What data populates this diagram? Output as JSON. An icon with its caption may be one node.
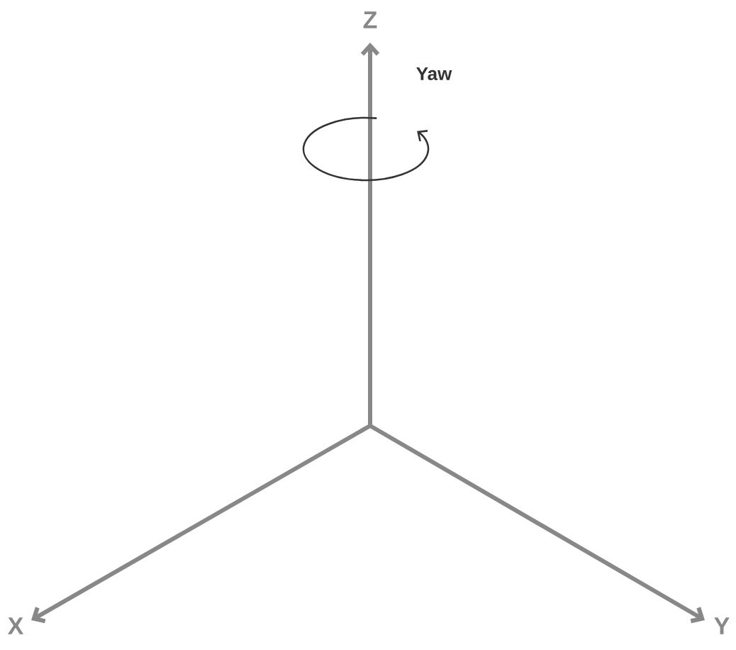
{
  "diagram": {
    "labels": [
      "Z",
      "Yaw",
      "X",
      "Y"
    ]
  }
}
